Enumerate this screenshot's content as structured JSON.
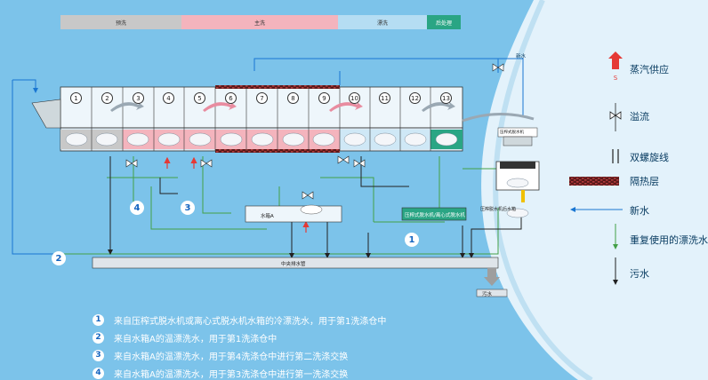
{
  "phases": {
    "prewash": "预洗",
    "mainwash": "主洗",
    "rinse": "漂洗",
    "acid": "后处理"
  },
  "chambers": [
    "1",
    "2",
    "3",
    "4",
    "5",
    "6",
    "7",
    "8",
    "9",
    "10",
    "11",
    "12",
    "13"
  ],
  "labels": {
    "new_water_top": "新水",
    "tank_a": "水箱A",
    "central_drain": "中央排水管",
    "sewage_out": "污水",
    "press_unit": "压榨式脱水机/离心式脱水机",
    "press_top": "压榨式脱水机",
    "tank_note": "压榨脱水机后水箱"
  },
  "callouts": [
    "1",
    "2",
    "3",
    "4"
  ],
  "legend": [
    {
      "icon": "steam-arrow-icon",
      "text": "蒸汽供应",
      "sub": "S"
    },
    {
      "icon": "overflow-valve-icon",
      "text": "溢流"
    },
    {
      "icon": "twin-screw-icon",
      "text": "双螺旋线"
    },
    {
      "icon": "insulation-icon",
      "text": "隔热层"
    },
    {
      "icon": "fresh-water-arrow-icon",
      "text": "新水"
    },
    {
      "icon": "reused-water-arrow-icon",
      "text": "重复使用的漂洗水"
    },
    {
      "icon": "sewage-arrow-icon",
      "text": "污水"
    }
  ],
  "notes": [
    {
      "num": "1",
      "text": "来自压榨式脱水机或离心式脱水机水箱的冷漂洗水，用于第1洗涤仓中"
    },
    {
      "num": "2",
      "text": "来自水箱A的温漂洗水，用于第1洗涤仓中"
    },
    {
      "num": "3",
      "text": "来自水箱A的温漂洗水，用于第4洗涤仓中进行第二洗涤交换"
    },
    {
      "num": "4",
      "text": "来自水箱A的温漂洗水，用于第3洗涤仓中进行第一洗涤交换"
    }
  ],
  "colors": {
    "background": "#7cc3ea",
    "wave": "#d7eef9",
    "prewash": "#c8c8c8",
    "mainwash": "#f4b4bd",
    "rinse": "#b5ddf3",
    "acid": "#2aa584",
    "fresh_water": "#1976d2",
    "reused_water": "#43a047",
    "steam": "#e53935"
  }
}
